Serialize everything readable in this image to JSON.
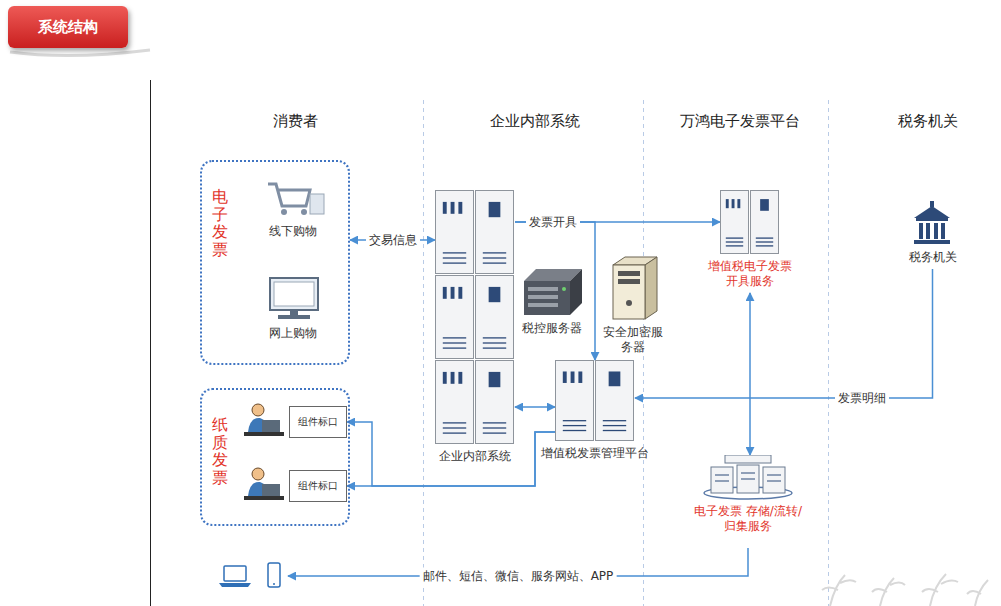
{
  "diagram": {
    "title": "系统结构",
    "nodes": [
      {
        "text": [
          "电子发票"
        ]
      },
      {
        "text": [
          "线下购物"
        ],
        "in": 0
      },
      {
        "text": [
          "网上购物"
        ],
        "in": 0
      },
      {
        "text": [
          "纸质发票"
        ]
      },
      {
        "text": [
          "组件标口"
        ],
        "in": 3
      },
      {
        "text": [
          "组件标口"
        ],
        "in": 3
      },
      {
        "text": [
          "企业内部系统"
        ]
      },
      {
        "text": [
          "税控服务器"
        ]
      },
      {
        "text": [
          "安全加密服务器"
        ]
      },
      {
        "text": [
          "增值税发票管理平台"
        ]
      },
      {
        "text": [
          "增值税电子发票开具服务"
        ]
      },
      {
        "text": [
          "税务机关"
        ]
      },
      {
        "text": [
          "电子发票 存储/流转/归集服务"
        ]
      }
    ],
    "edges": [
      {
        "from": 0,
        "to": 6,
        "label": "交易信息",
        "arrow": "both"
      },
      {
        "from": 6,
        "to": 10,
        "label": "发票开具",
        "arrow": "to"
      },
      {
        "from": 6,
        "to": 9,
        "arrow": "to"
      },
      {
        "from": 6,
        "to": 9,
        "arrow": "both"
      },
      {
        "from": 9,
        "to": 4,
        "arrow": "to"
      },
      {
        "from": 9,
        "to": 5,
        "arrow": "to"
      },
      {
        "from": 10,
        "to": 12,
        "arrow": "both"
      },
      {
        "from": 11,
        "to": 9,
        "label": "发票明细",
        "arrow": "to"
      }
    ],
    "labels": [
      "消费者",
      "企业内部系统",
      "万鸿电子发票平台",
      "税务机关",
      "邮件、短信、微信、服务网站、APP"
    ]
  }
}
